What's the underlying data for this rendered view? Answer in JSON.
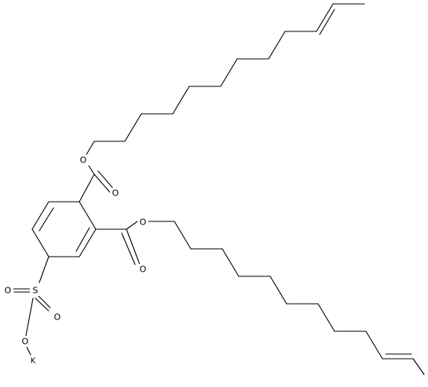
{
  "atom_labels": {
    "o_ester_1": "O",
    "o_carbonyl_1": "O",
    "o_ester_2": "O",
    "o_carbonyl_2": "O",
    "s": "S",
    "o_sulfonyl_1": "O",
    "o_sulfonyl_2": "O",
    "o_sulfonate": "O",
    "k": "K"
  },
  "colors": {
    "bond": "#000000",
    "label": "#000000",
    "background": "#ffffff"
  }
}
